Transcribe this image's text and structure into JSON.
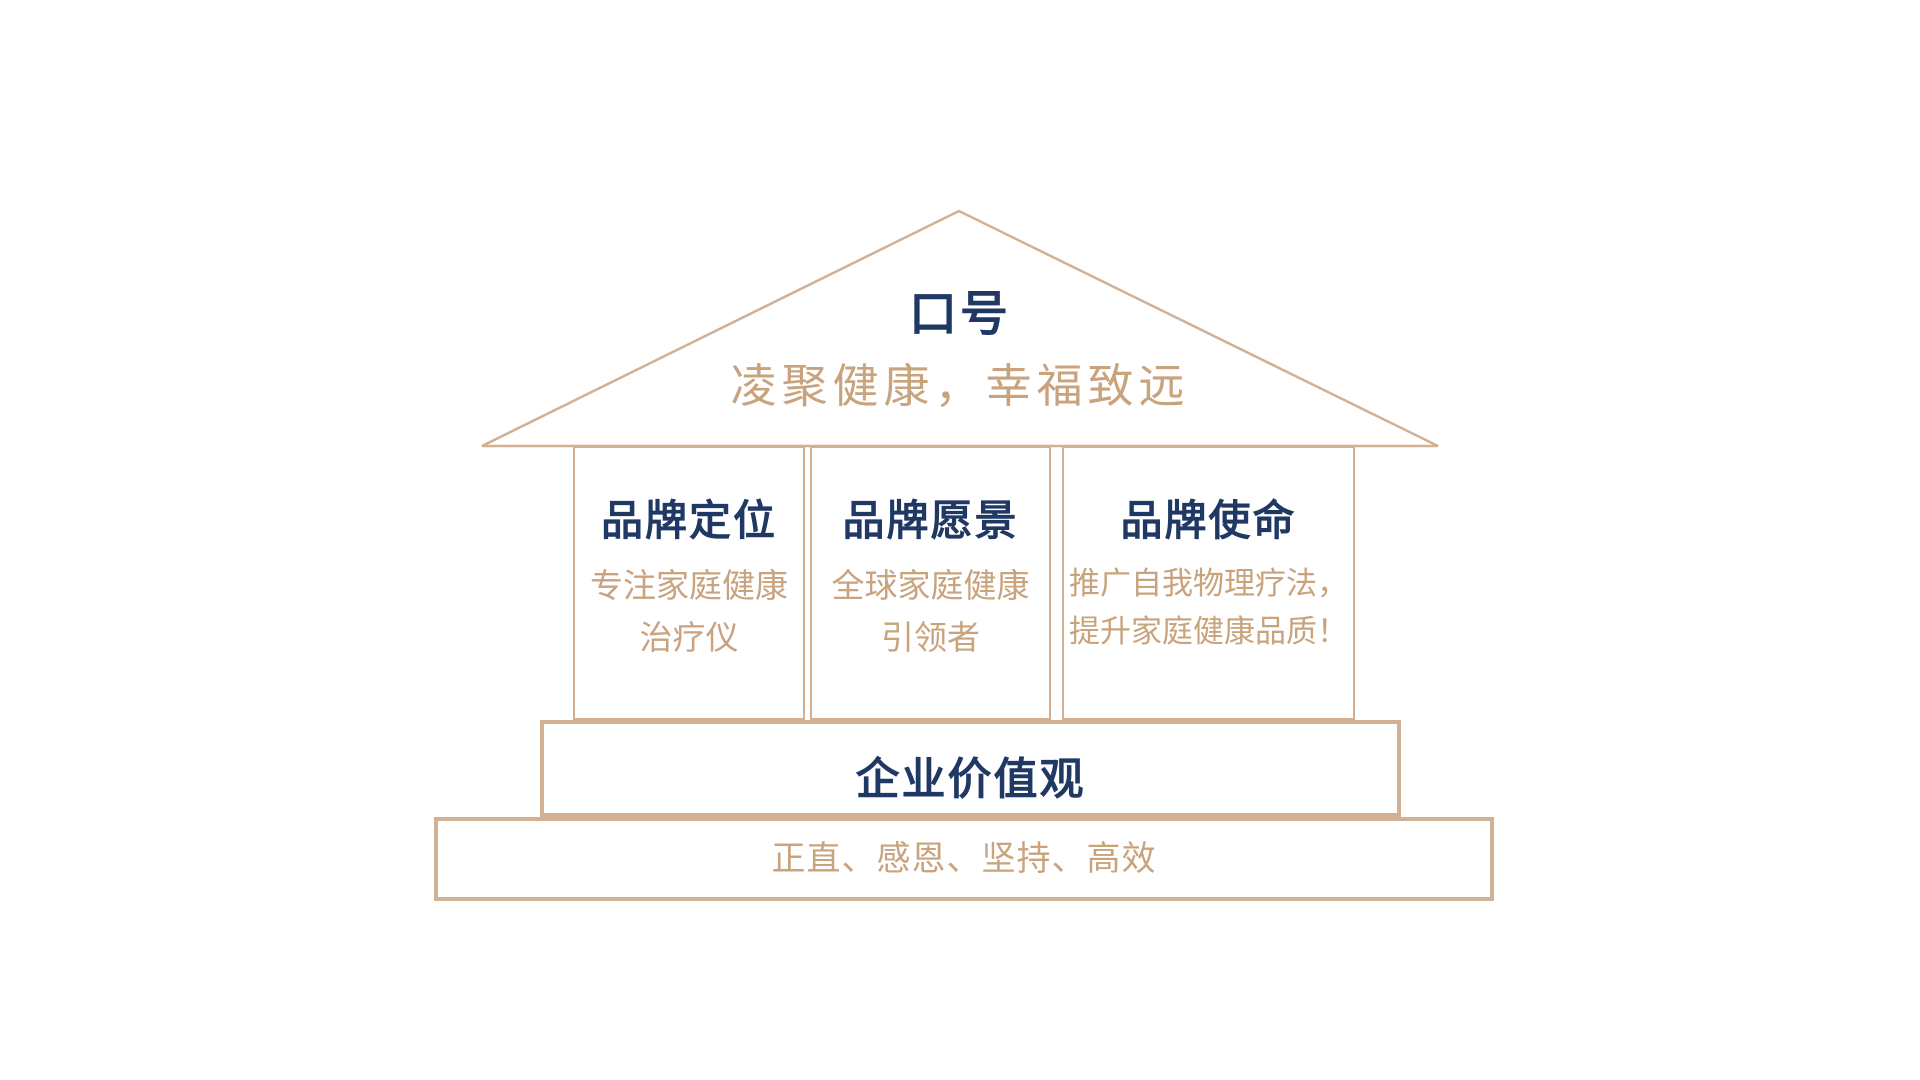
{
  "colors": {
    "navy_text": "#1F3864",
    "tan_text": "#C8A37D",
    "tan_line": "#D2B094",
    "background": "#FFFFFF"
  },
  "roof": {
    "title": "口号",
    "subtitle": "凌聚健康，幸福致远"
  },
  "pillars": [
    {
      "title": "品牌定位",
      "lines": [
        "专注家庭健康",
        "治疗仪"
      ]
    },
    {
      "title": "品牌愿景",
      "lines": [
        "全球家庭健康",
        "引领者"
      ]
    },
    {
      "title": "品牌使命",
      "lines": [
        "推广自我物理疗法，",
        "提升家庭健康品质！"
      ]
    }
  ],
  "values": {
    "title": "企业价值观"
  },
  "foundation": {
    "text": "正直、感恩、坚持、高效"
  }
}
